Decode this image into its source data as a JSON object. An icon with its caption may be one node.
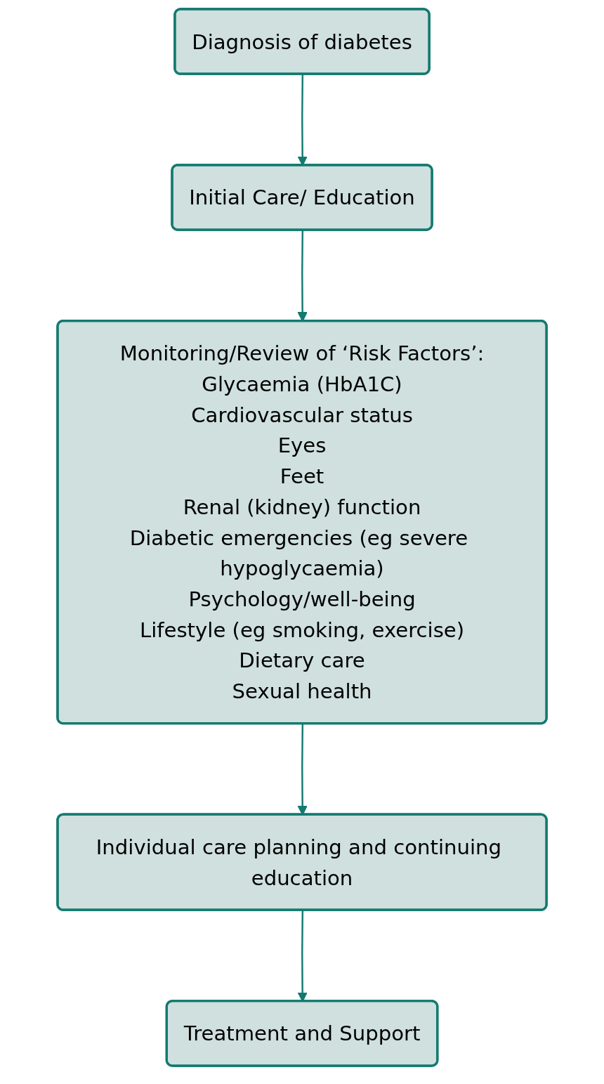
{
  "diagram": {
    "nodes": [
      {
        "text": [
          "Diagnosis of diabetes"
        ]
      },
      {
        "text": [
          "Initial Care/ Education"
        ]
      },
      {
        "text": [
          "Monitoring/Review of ‘Risk Factors’:",
          "Glycaemia (HbA1C)",
          "Cardiovascular status",
          "Eyes",
          "Feet",
          "Renal (kidney) function",
          "Diabetic emergencies (eg severe hypoglycaemia)",
          "Psychology/well-being",
          "Lifestyle (eg smoking, exercise)",
          "Dietary care",
          "Sexual health"
        ]
      },
      {
        "text": [
          "Individual care planning and continuing education"
        ]
      },
      {
        "text": [
          "Treatment and Support"
        ]
      }
    ],
    "edges": [
      {
        "from": 0,
        "to": 1,
        "arrow": "to"
      },
      {
        "from": 1,
        "to": 2,
        "arrow": "to"
      },
      {
        "from": 2,
        "to": 3,
        "arrow": "to"
      },
      {
        "from": 3,
        "to": 4,
        "arrow": "to"
      }
    ]
  }
}
